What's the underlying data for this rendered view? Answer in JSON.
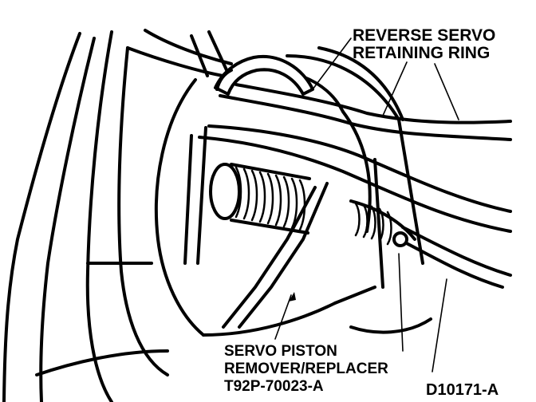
{
  "labels": {
    "reverse_servo_ring": [
      "REVERSE SERVO",
      "RETAINING RING"
    ],
    "servo_piston_tool": [
      "SERVO PISTON",
      "REMOVER/REPLACER",
      "T92P-70023-A"
    ],
    "figure_id": "D10171-A"
  }
}
